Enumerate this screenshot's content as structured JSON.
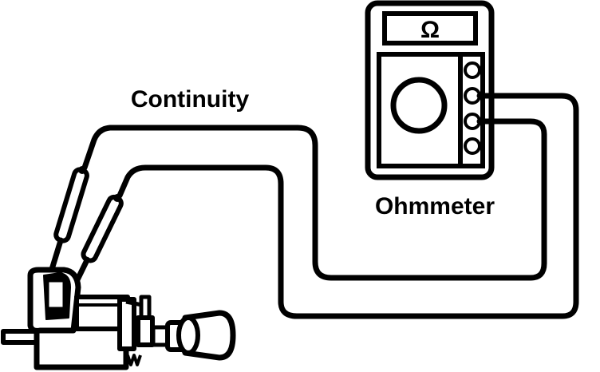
{
  "labels": {
    "continuity": "Continuity",
    "ohmmeter": "Ohmmeter",
    "display_symbol": "Ω"
  },
  "colors": {
    "ink": "#000000",
    "paper": "#ffffff"
  }
}
